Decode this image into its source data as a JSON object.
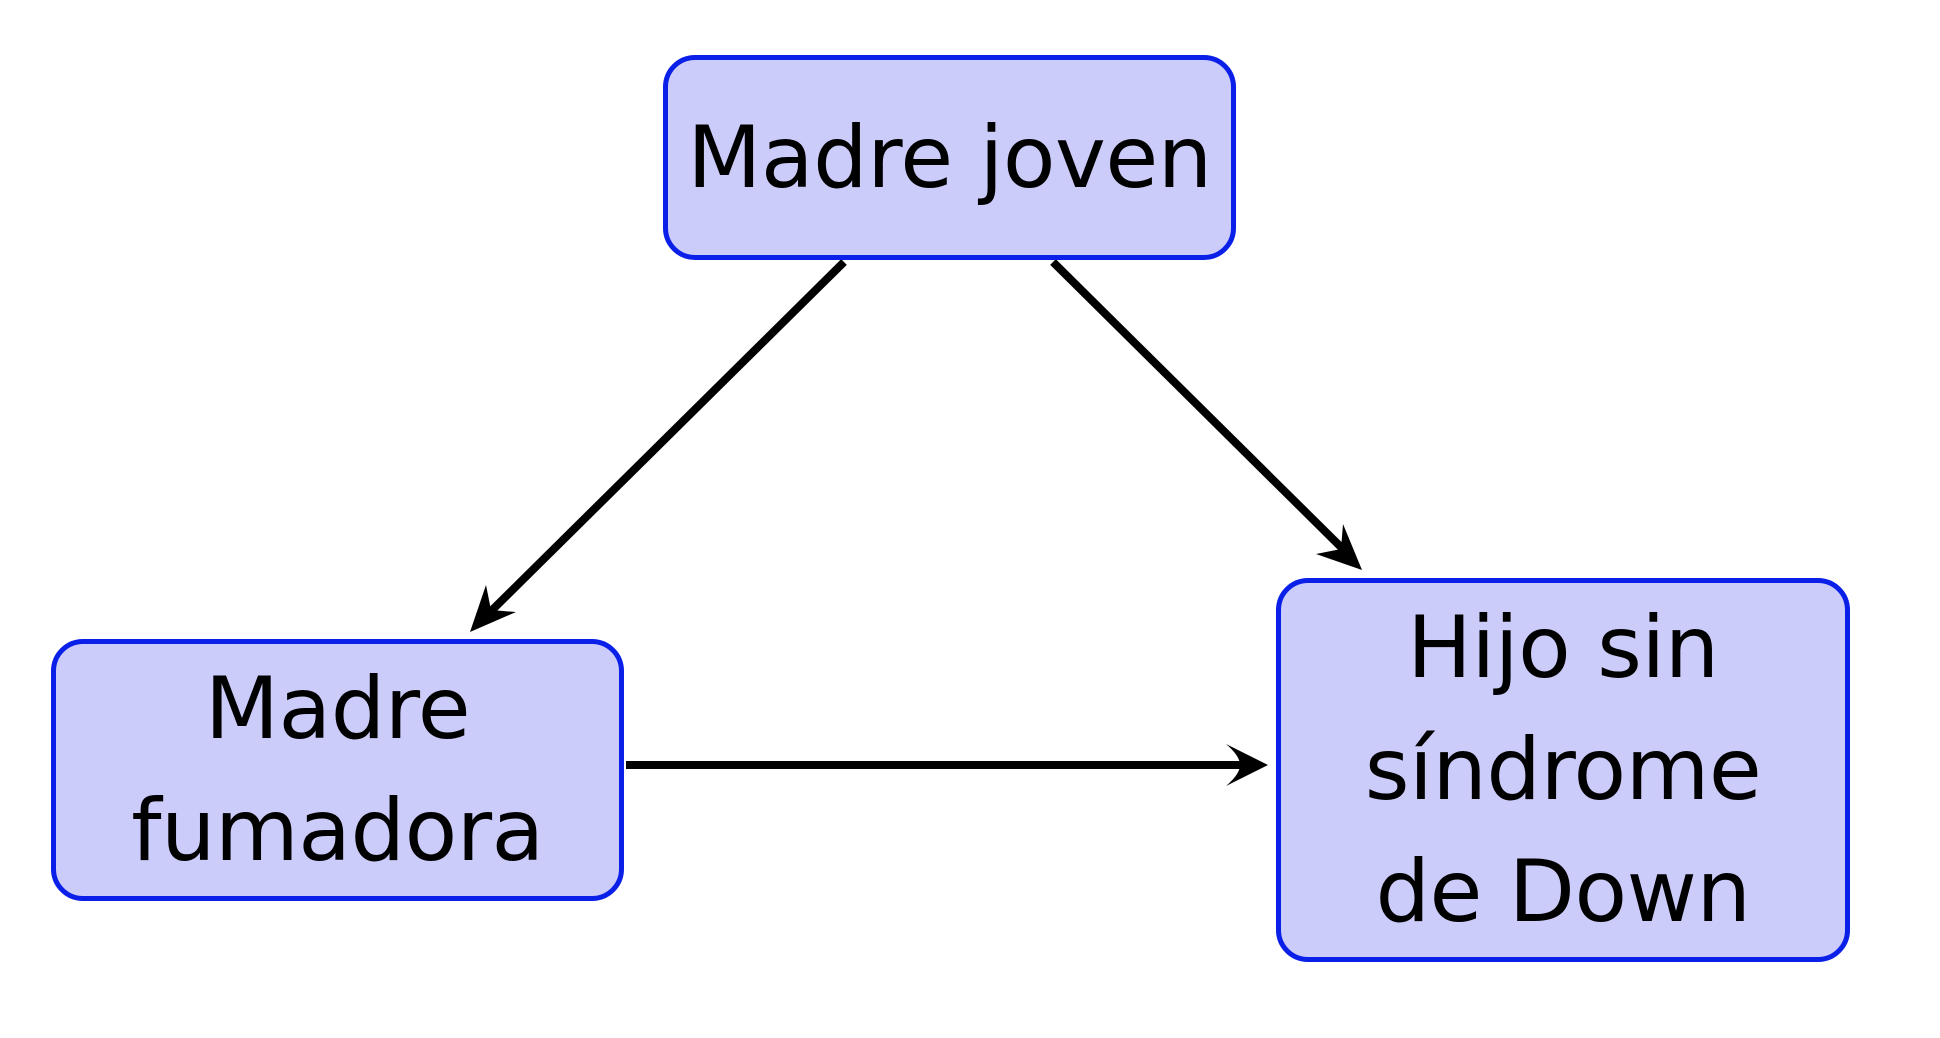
{
  "nodes": {
    "top": {
      "lines": [
        "Madre joven"
      ]
    },
    "left": {
      "lines": [
        "Madre",
        "fumadora"
      ]
    },
    "right": {
      "lines": [
        "Hijo sin",
        "síndrome",
        "de Down"
      ]
    }
  },
  "edges": [
    {
      "from": "top",
      "to": "left"
    },
    {
      "from": "top",
      "to": "right"
    },
    {
      "from": "left",
      "to": "right"
    }
  ],
  "colors": {
    "node_fill": "#ccccfa",
    "node_border": "#0a1fe8",
    "arrow": "#000000"
  }
}
